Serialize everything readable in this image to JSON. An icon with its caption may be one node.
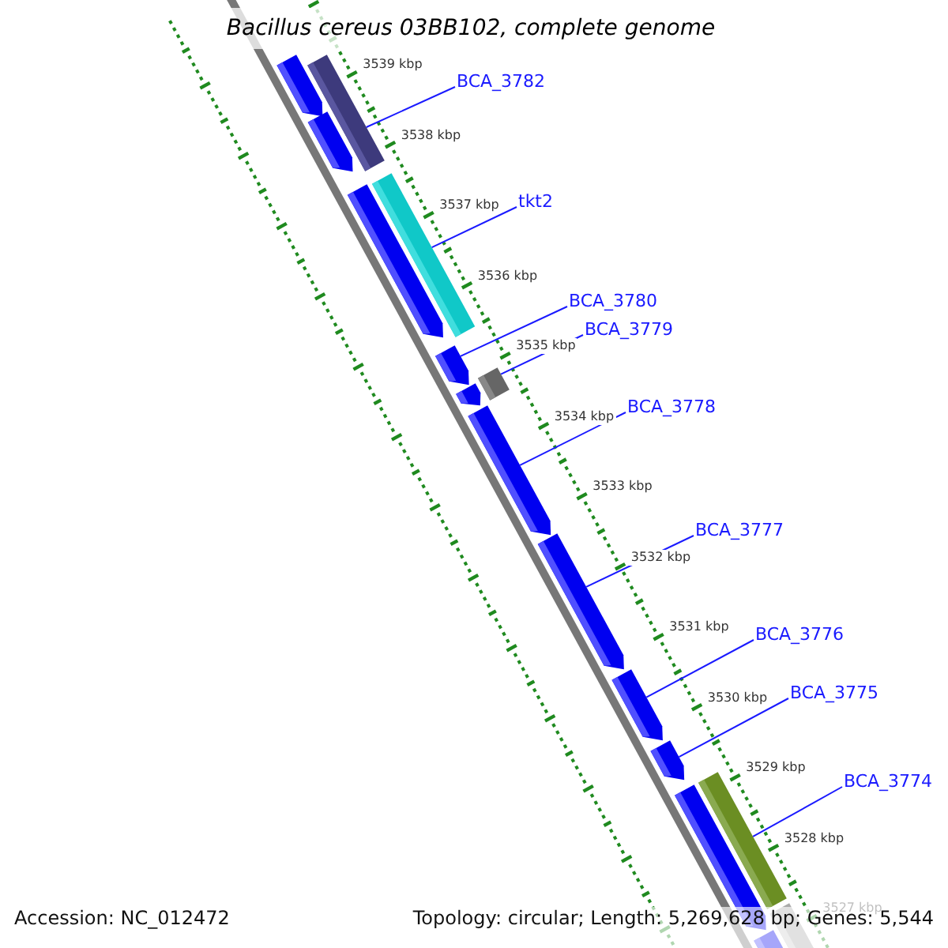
{
  "diagram": {
    "title": "Bacillus cereus 03BB102, complete genome",
    "nodes": [
      {
        "text": [
          "BCA_3782"
        ]
      },
      {
        "text": [
          "tkt2"
        ]
      },
      {
        "text": [
          "BCA_3780"
        ]
      },
      {
        "text": [
          "BCA_3779"
        ]
      },
      {
        "text": [
          "BCA_3778"
        ]
      },
      {
        "text": [
          "BCA_3777"
        ]
      },
      {
        "text": [
          "BCA_3776"
        ]
      },
      {
        "text": [
          "BCA_3775"
        ]
      },
      {
        "text": [
          "BCA_3774"
        ]
      },
      {
        "text": [],
        "shape": "bar"
      },
      {
        "text": [],
        "shape": "bar"
      },
      {
        "text": [],
        "shape": "pentagon"
      },
      {
        "text": [],
        "shape": "bar"
      },
      {
        "text": [],
        "shape": "pentagon"
      },
      {
        "text": [],
        "shape": "pentagon"
      },
      {
        "text": [],
        "shape": "pentagon"
      },
      {
        "text": [],
        "shape": "pentagon"
      },
      {
        "text": [],
        "shape": "bar"
      }
    ],
    "edges": [
      {
        "from": 0,
        "to": 9,
        "arrow": "none"
      },
      {
        "from": 1,
        "to": 10,
        "arrow": "none"
      },
      {
        "from": 2,
        "to": 11,
        "arrow": "none"
      },
      {
        "from": 3,
        "to": 12,
        "arrow": "none"
      },
      {
        "from": 4,
        "to": 13,
        "arrow": "none"
      },
      {
        "from": 5,
        "to": 14,
        "arrow": "none"
      },
      {
        "from": 6,
        "to": 15,
        "arrow": "none"
      },
      {
        "from": 7,
        "to": 16,
        "arrow": "none"
      },
      {
        "from": 8,
        "to": 17,
        "arrow": "none"
      }
    ],
    "labels": [
      "3539 kbp",
      "3538 kbp",
      "3537 kbp",
      "3536 kbp",
      "3535 kbp",
      "3534 kbp",
      "3533 kbp",
      "3532 kbp",
      "3531 kbp",
      "3530 kbp",
      "3529 kbp",
      "3528 kbp",
      "3527 kbp",
      "Accession: NC_012472",
      "Topology: circular; Length: 5,269,628 bp; Genes: 5,544"
    ]
  }
}
